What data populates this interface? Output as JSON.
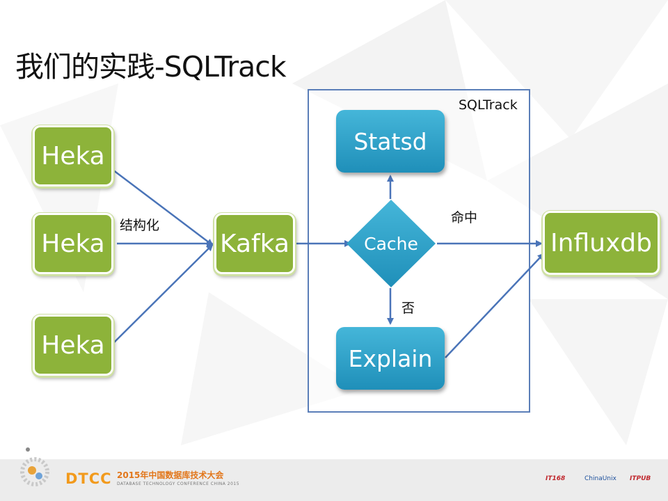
{
  "slide": {
    "title": "我们的实践-SQLTrack"
  },
  "diagram": {
    "sources": [
      {
        "label": "Heka"
      },
      {
        "label": "Heka"
      },
      {
        "label": "Heka"
      }
    ],
    "structured_label": "结构化",
    "kafka": {
      "label": "Kafka"
    },
    "container_label": "SQLTrack",
    "statsd": {
      "label": "Statsd"
    },
    "cache": {
      "label": "Cache"
    },
    "explain": {
      "label": "Explain"
    },
    "hit_label": "命中",
    "miss_label": "否",
    "influxdb": {
      "label": "Influxdb"
    },
    "colors": {
      "green_node": "#8db33a",
      "blue_node": "#2a9cc6",
      "arrow": "#4a74b8",
      "container_border": "#5a7eb8"
    }
  },
  "footer": {
    "brand": "DTCC",
    "conference_title": "2015年中国数据库技术大会",
    "conference_subtitle": "DATABASE TECHNOLOGY CONFERENCE CHINA 2015",
    "sponsors": [
      "IT168",
      "ChinaUnix",
      "ITPUB"
    ]
  }
}
